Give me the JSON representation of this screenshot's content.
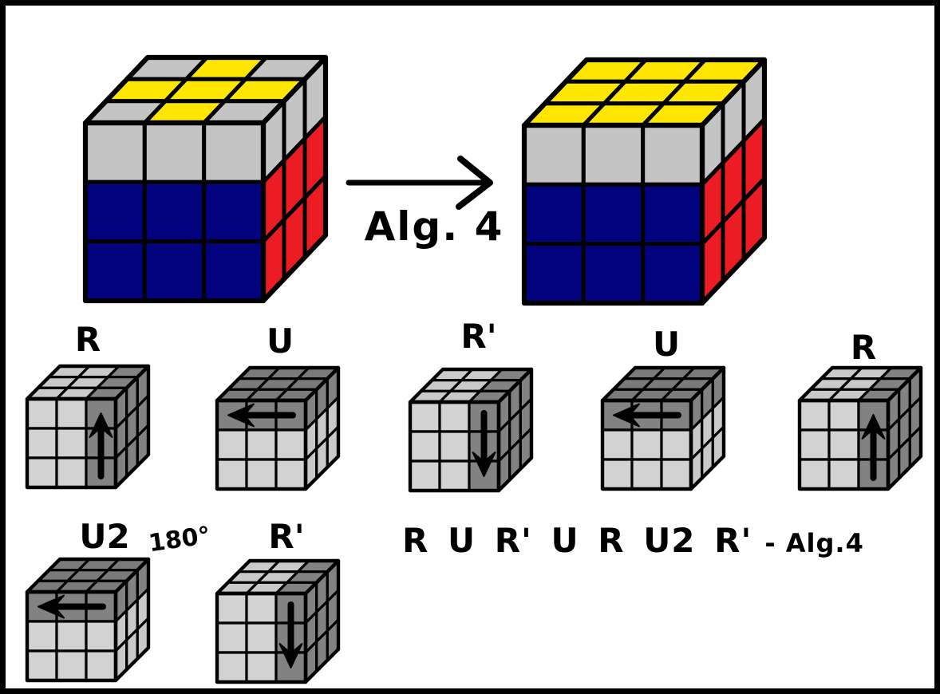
{
  "palette": {
    "paper": "#FFFFFF",
    "ink": "#000000",
    "yellow": "#FFE600",
    "red": "#ED1C24",
    "blue": "#02027F",
    "gray": "#C4C4C4",
    "light": "#D2D2D2",
    "light_top": "#C9C9C9",
    "dark": "#828282",
    "dark_top": "#7A7A7A"
  },
  "transform": {
    "label": "Alg. 4"
  },
  "before_cube": {
    "top": [
      [
        "gray",
        "yellow",
        "gray"
      ],
      [
        "yellow",
        "yellow",
        "yellow"
      ],
      [
        "gray",
        "yellow",
        "gray"
      ]
    ],
    "front": [
      [
        "gray",
        "gray",
        "gray"
      ],
      [
        "blue",
        "blue",
        "blue"
      ],
      [
        "blue",
        "blue",
        "blue"
      ]
    ],
    "right": [
      [
        "gray",
        "gray",
        "gray"
      ],
      [
        "red",
        "red",
        "red"
      ],
      [
        "red",
        "red",
        "red"
      ]
    ]
  },
  "after_cube": {
    "top": [
      [
        "yellow",
        "yellow",
        "yellow"
      ],
      [
        "yellow",
        "yellow",
        "yellow"
      ],
      [
        "yellow",
        "yellow",
        "yellow"
      ]
    ],
    "front": [
      [
        "gray",
        "gray",
        "gray"
      ],
      [
        "blue",
        "blue",
        "blue"
      ],
      [
        "blue",
        "blue",
        "blue"
      ]
    ],
    "right": [
      [
        "gray",
        "gray",
        "gray"
      ],
      [
        "red",
        "red",
        "red"
      ],
      [
        "red",
        "red",
        "red"
      ]
    ]
  },
  "moves": [
    {
      "label": "R",
      "note": "",
      "slice": "right",
      "direction": "up"
    },
    {
      "label": "U",
      "note": "",
      "slice": "top",
      "direction": "left"
    },
    {
      "label": "R'",
      "note": "",
      "slice": "right",
      "direction": "down"
    },
    {
      "label": "U",
      "note": "",
      "slice": "top",
      "direction": "left"
    },
    {
      "label": "R",
      "note": "",
      "slice": "right",
      "direction": "up"
    },
    {
      "label": "U2",
      "note": "180°",
      "slice": "top",
      "direction": "left"
    },
    {
      "label": "R'",
      "note": "",
      "slice": "right",
      "direction": "down"
    }
  ],
  "algorithm": {
    "sequence": "R U R' U R U2 R'",
    "suffix": "- Alg.4"
  }
}
